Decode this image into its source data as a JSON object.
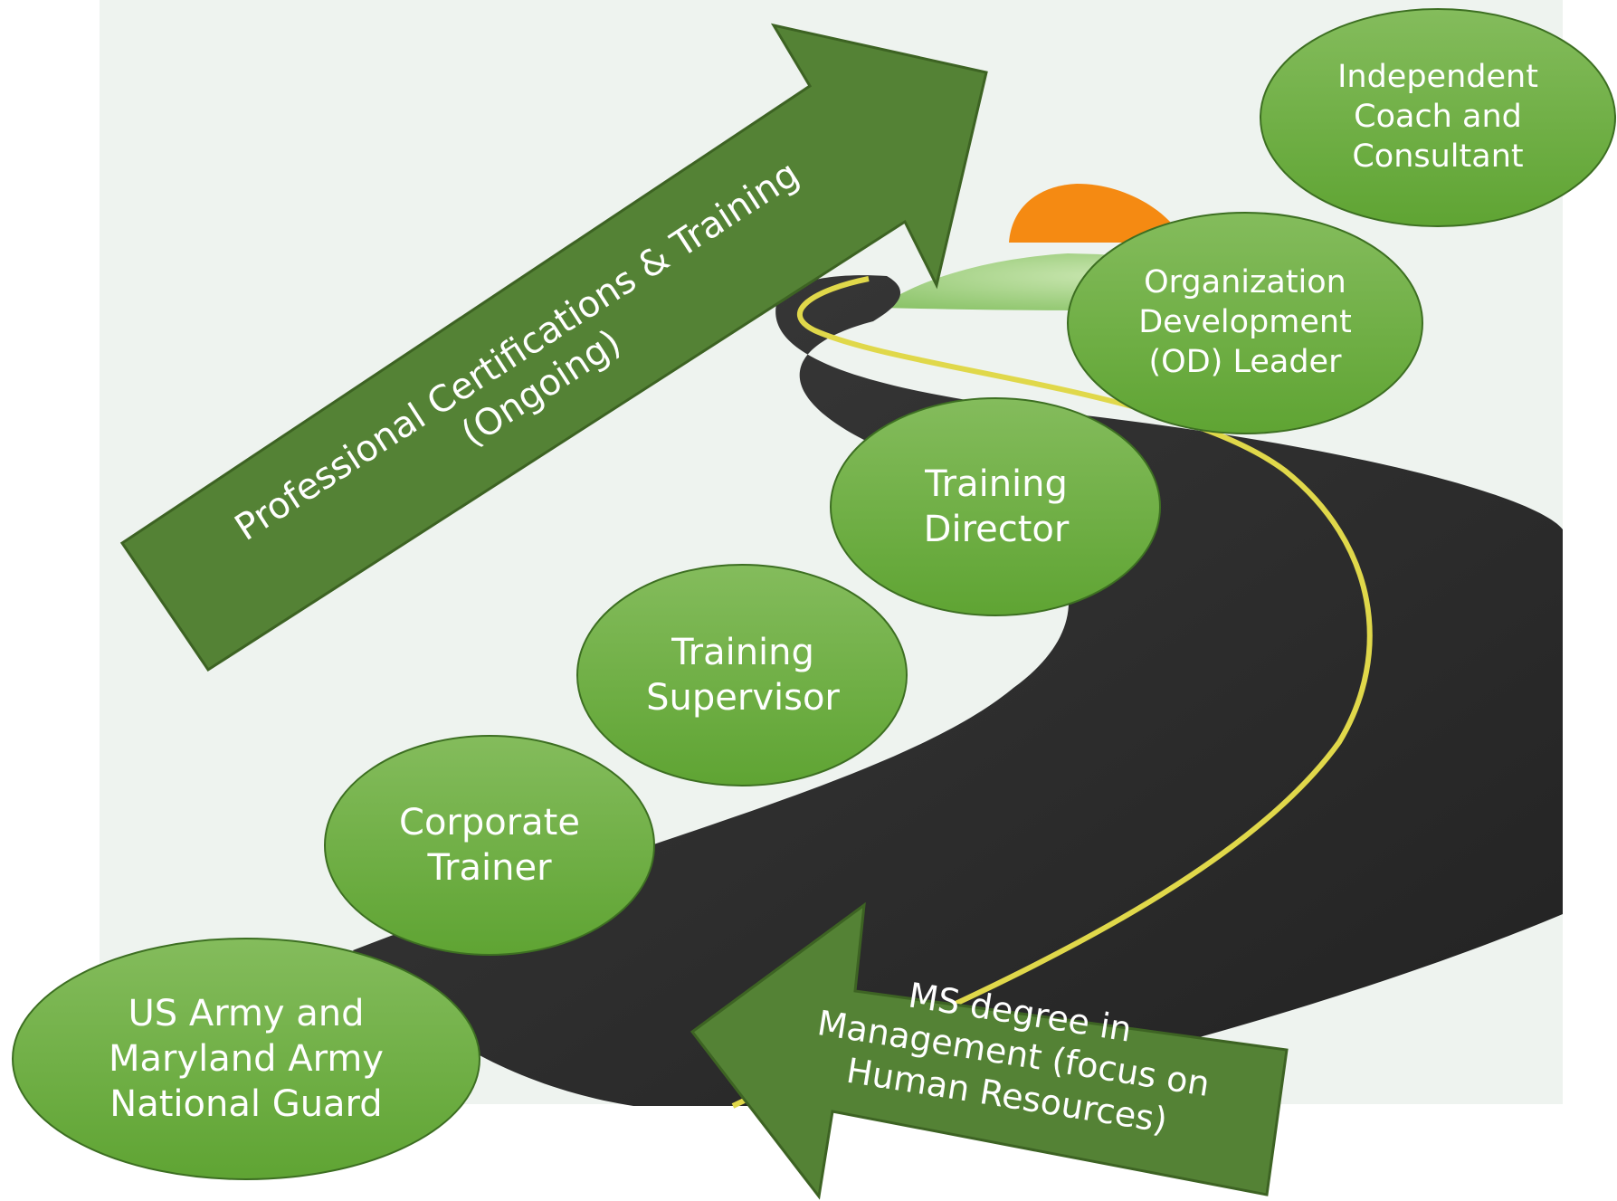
{
  "colors": {
    "background": "#eef3ef",
    "road": "#2b2b2b",
    "road_line": "#e0d84a",
    "sun": "#f58a12",
    "hill": "#a9d48a",
    "oval_fill_top": "#84bc5c",
    "oval_fill_bottom": "#5fa433",
    "oval_stroke": "#3d6f22",
    "arrow_fill": "#548235",
    "arrow_stroke": "#3d6323",
    "text": "#ffffff"
  },
  "arrows": {
    "certifications": {
      "label": "Professional Certifications & Training (Ongoing)"
    },
    "degree": {
      "label": "MS degree in\nManagement (focus on\nHuman Resources)"
    }
  },
  "career_path": [
    {
      "id": "army",
      "label": "US Army and\nMaryland Army\nNational Guard"
    },
    {
      "id": "corporate-trainer",
      "label": "Corporate\nTrainer"
    },
    {
      "id": "training-supervisor",
      "label": "Training\nSupervisor"
    },
    {
      "id": "training-director",
      "label": "Training\nDirector"
    },
    {
      "id": "od-leader",
      "label": "Organization\nDevelopment\n(OD) Leader"
    },
    {
      "id": "coach-consultant",
      "label": "Independent\nCoach and\nConsultant"
    }
  ]
}
